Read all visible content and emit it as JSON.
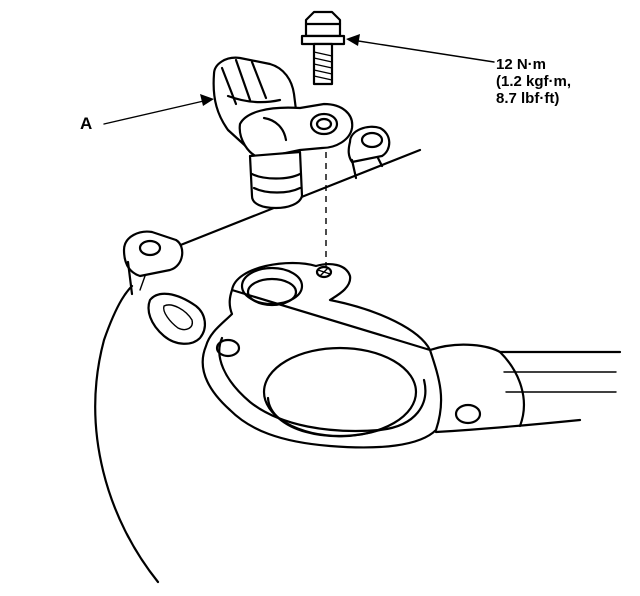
{
  "callout": {
    "part_label": "A",
    "torque_line1": "12 N·m",
    "torque_line2": "(1.2 kgf·m,",
    "torque_line3": "8.7 lbf·ft)"
  },
  "icons": {
    "sensor": "sensor-icon",
    "bolt": "bolt-icon",
    "housing": "housing-icon"
  },
  "colors": {
    "line": "#000000",
    "background": "#ffffff"
  }
}
